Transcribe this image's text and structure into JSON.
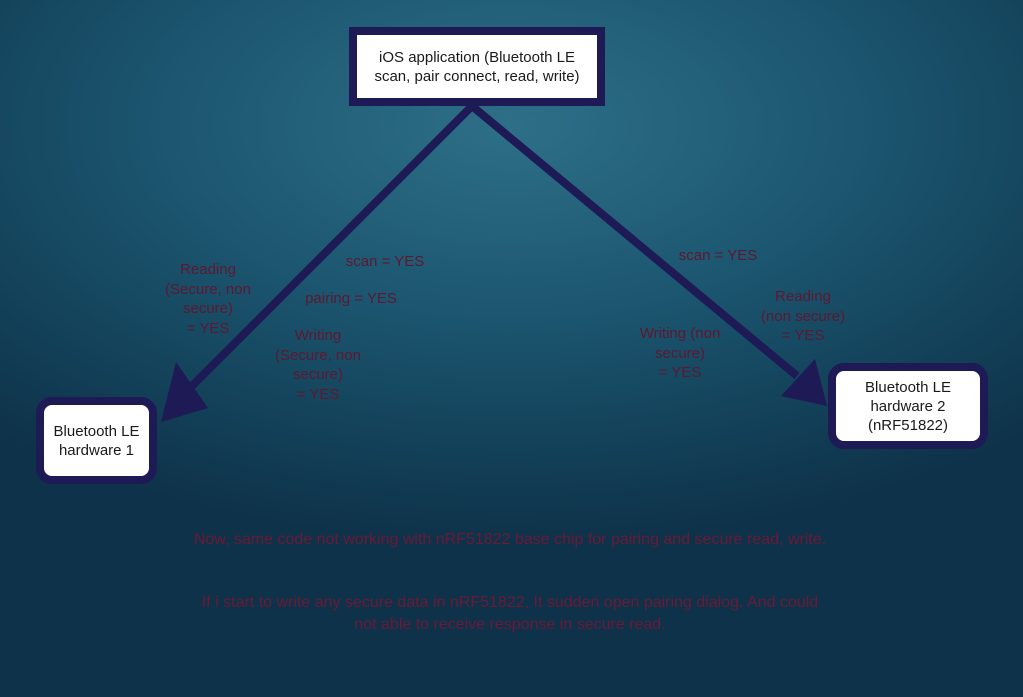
{
  "nodes": {
    "ios": {
      "lines": [
        "iOS application (Bluetooth LE",
        "scan, pair connect, read, write)"
      ]
    },
    "hw1": {
      "lines": [
        "Bluetooth LE",
        "hardware 1"
      ]
    },
    "hw2": {
      "lines": [
        "Bluetooth LE",
        "hardware 2",
        "(nRF51822)"
      ]
    }
  },
  "left_edge": {
    "reading": [
      "Reading",
      "(Secure, non",
      "secure)",
      "= YES"
    ],
    "scan": "scan = YES",
    "pairing": "pairing = YES",
    "writing": [
      "Writing",
      "(Secure, non",
      "secure)",
      "= YES"
    ]
  },
  "right_edge": {
    "scan": "scan = YES",
    "reading": [
      "Reading",
      "(non secure)",
      "= YES"
    ],
    "writing": [
      "Writing (non",
      "secure)",
      "= YES"
    ]
  },
  "notes": {
    "line1": "Now, same code not working with  nRF51822 base chip for pairing and secure read, write.",
    "line2": [
      "If i start to write any secure data  in nRF51822, It sudden open pairing dialog. And could",
      "not able to receive response in secure read."
    ]
  },
  "colors": {
    "arrow": "#1d1a56",
    "label_text": "#5e1830",
    "background": "#1c5670"
  }
}
